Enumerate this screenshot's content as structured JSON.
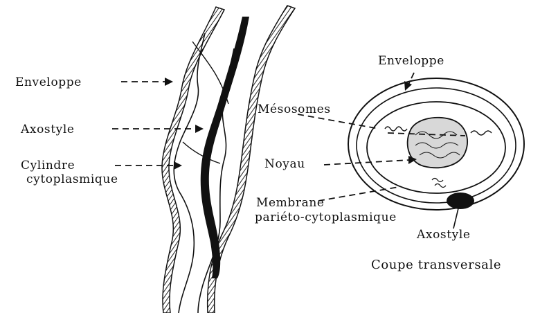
{
  "labels": {
    "enveloppe_left": "Enveloppe",
    "axostyle_left": "Axostyle",
    "cylindre_line1": "Cylindre",
    "cylindre_line2": "cytoplasmique",
    "mesosomes": "Mésosomes",
    "noyau": "Noyau",
    "membrane_line1": "Membrane",
    "membrane_line2": "pariéto-cytoplasmique",
    "enveloppe_right": "Enveloppe",
    "axostyle_right": "Axostyle"
  },
  "caption": "Coupe transversale",
  "colors": {
    "ink": "#111111",
    "background": "#ffffff"
  }
}
